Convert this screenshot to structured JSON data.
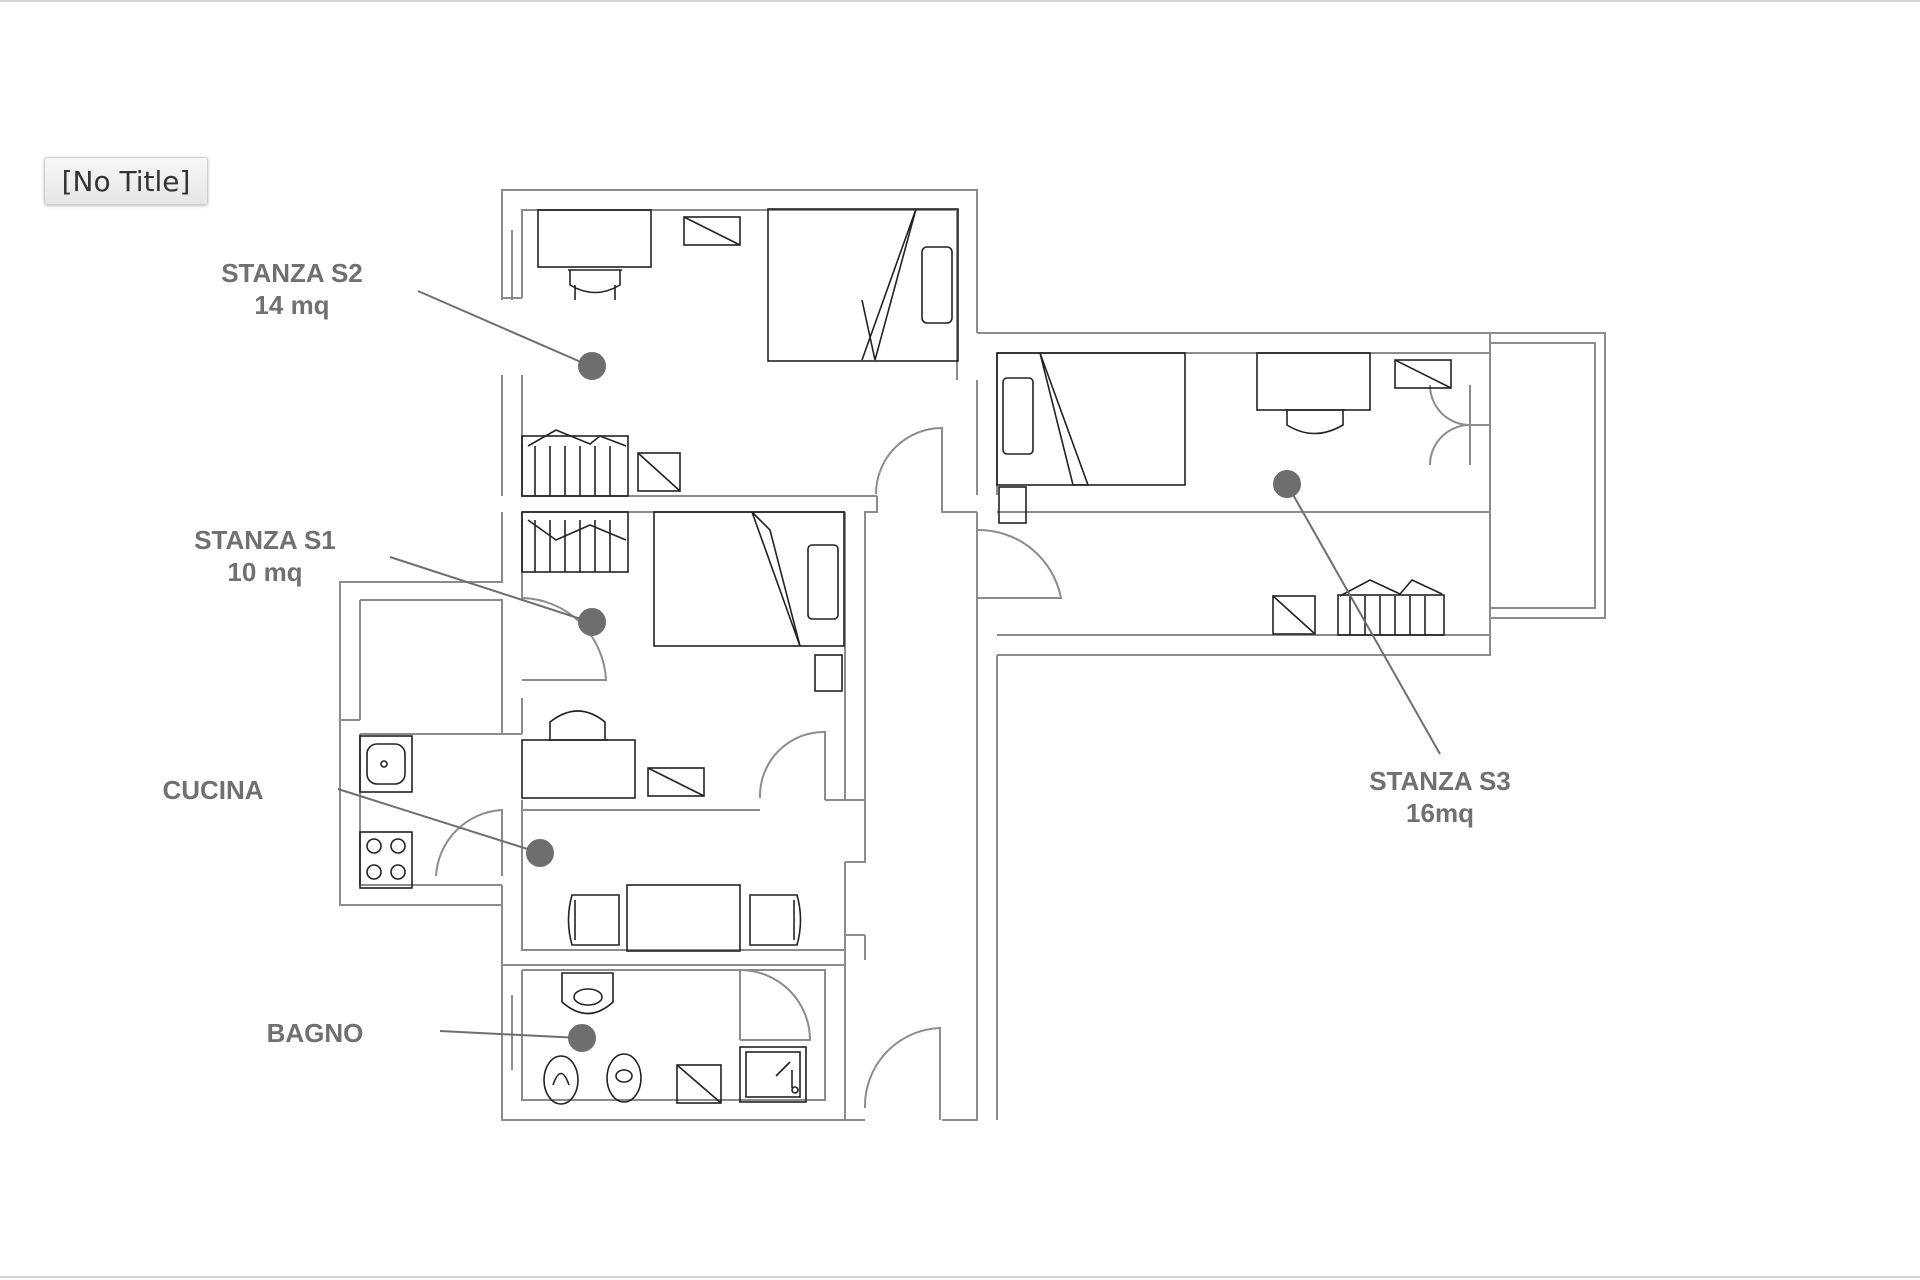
{
  "window": {
    "title": "[No Title]"
  },
  "rooms": [
    {
      "name": "STANZA S2",
      "area": "14 mq"
    },
    {
      "name": "STANZA S1",
      "area": "10 mq"
    },
    {
      "name": "CUCINA",
      "area": ""
    },
    {
      "name": "BAGNO",
      "area": ""
    },
    {
      "name": "STANZA S3",
      "area": "16mq"
    }
  ],
  "colors": {
    "wall": "#8c8c8c",
    "furniture": "#222222",
    "label": "#707070",
    "marker": "#6e6e6e"
  }
}
